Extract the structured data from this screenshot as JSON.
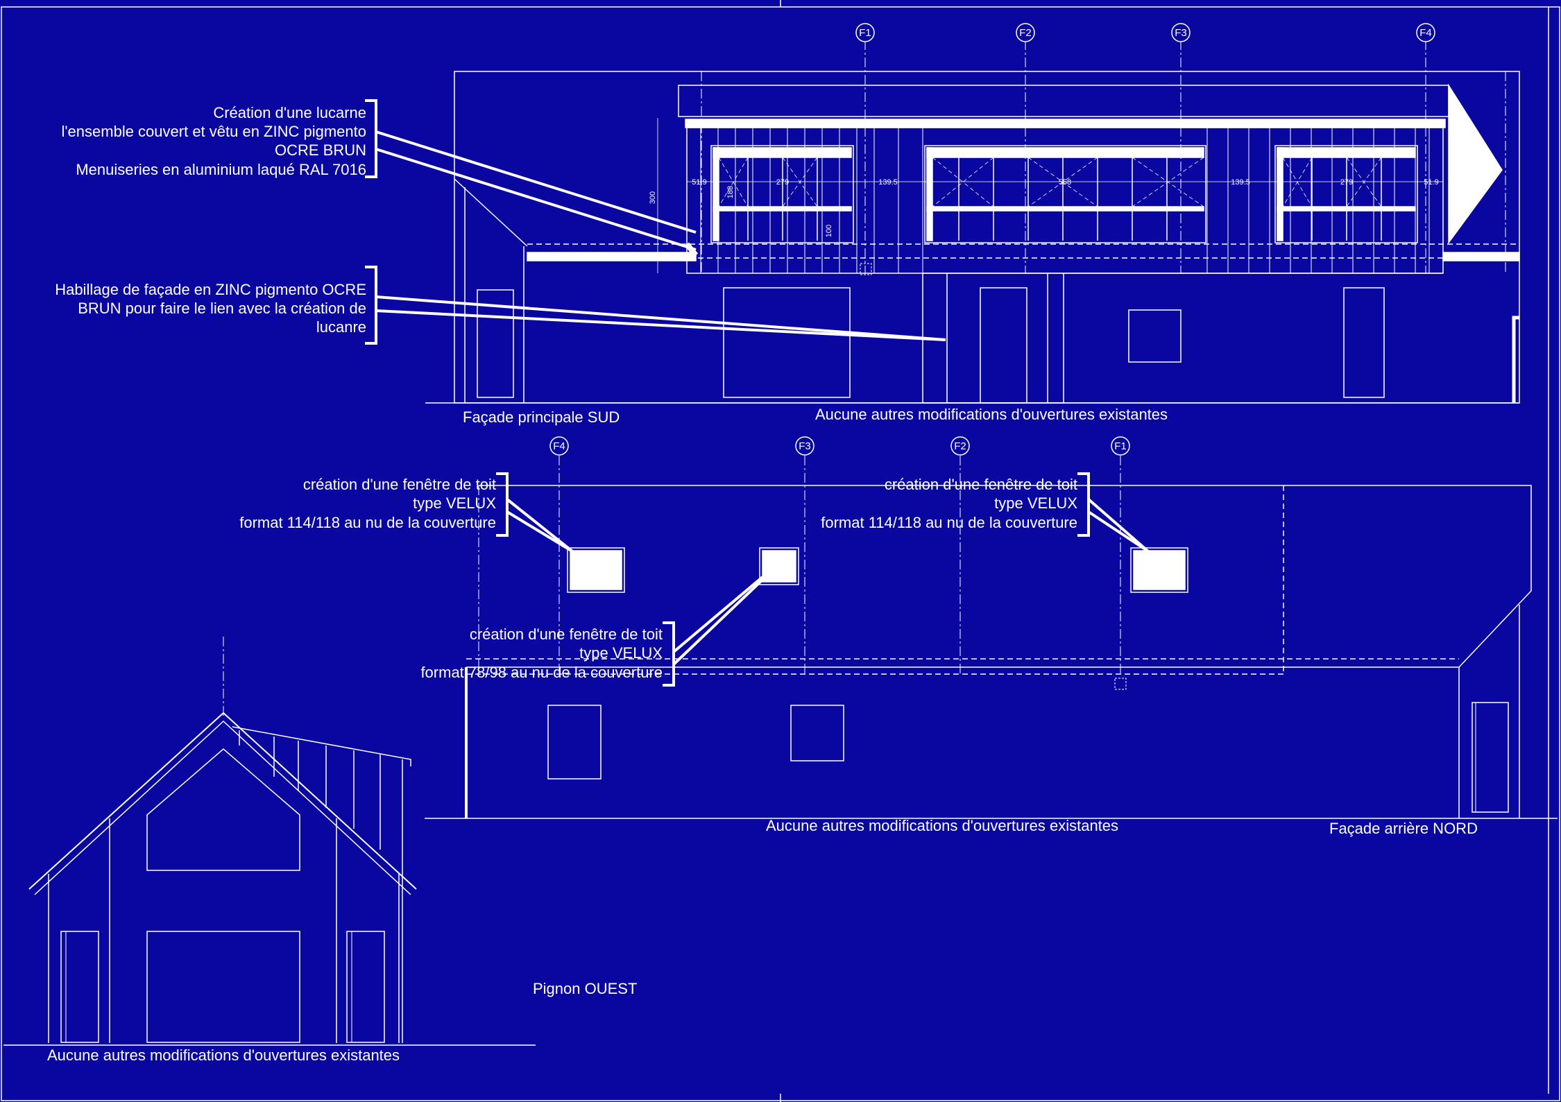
{
  "colors": {
    "background": "#0a07a0",
    "lines": "#ffffff",
    "accent_lines": "#cfd0ff"
  },
  "south": {
    "title": "Façade principale SUD",
    "no_change": "Aucune autres modifications d'ouvertures existantes",
    "note_dormer": [
      "Création d'une lucarne",
      "l'ensemble couvert et vêtu en ZINC pigmento",
      "OCRE BRUN",
      "Menuiseries en aluminium laqué RAL 7016"
    ],
    "note_cladding": [
      "Habillage de façade en ZINC pigmento OCRE",
      "BRUN pour faire le lien avec la création de",
      "lucanre"
    ],
    "grid": [
      "F1",
      "F2",
      "F3",
      "F4"
    ],
    "dims": [
      "51.9",
      "279",
      "139.5",
      "558",
      "139.5",
      "279",
      "51.9",
      "300",
      "188",
      "100"
    ]
  },
  "north": {
    "title": "Façade arrière NORD",
    "no_change": "Aucune autres modifications d'ouvertures existantes",
    "grid": [
      "F4",
      "F3",
      "F2",
      "F1"
    ],
    "note_velux_large": [
      "création d'une fenêtre de toit",
      "type VELUX",
      "format 114/118 au nu de la couverture"
    ],
    "note_velux_small": [
      "création d'une fenêtre de toit",
      "type VELUX",
      "format 78/98 au nu de la couverture"
    ]
  },
  "west": {
    "title": "Pignon OUEST",
    "no_change": "Aucune autres modifications d'ouvertures existantes"
  }
}
